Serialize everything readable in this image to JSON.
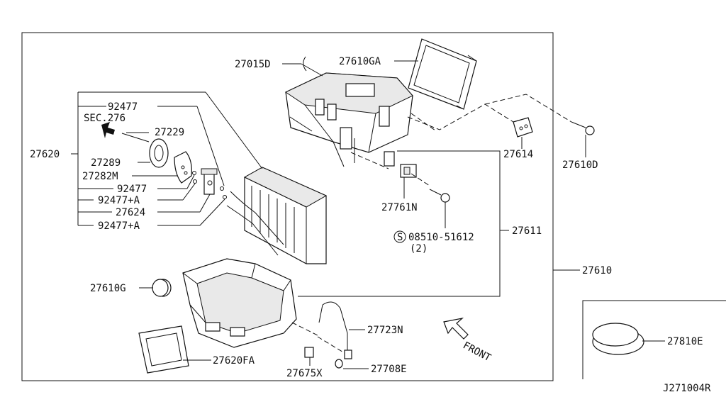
{
  "diagram": {
    "labels": {
      "p27015D": "27015D",
      "p27610GA": "27610GA",
      "p92477_top": "92477",
      "sec276": "SEC.276",
      "p27229": "27229",
      "p27620": "27620",
      "p27289": "27289",
      "p27282M": "27282M",
      "p92477_mid": "92477",
      "p92477A_1": "92477+A",
      "p27624": "27624",
      "p92477A_2": "92477+A",
      "p27614": "27614",
      "p27610D": "27610D",
      "p27761N": "27761N",
      "screw_code": "08510-51612",
      "screw_qty": "(2)",
      "screw_symbol": "S",
      "p27611": "27611",
      "p27610": "27610",
      "p27610G": "27610G",
      "p27723N": "27723N",
      "front": "FRONT",
      "p27620FA": "27620FA",
      "p27675X": "27675X",
      "p27708E": "27708E",
      "p27810E": "27810E",
      "diagram_code": "J271004R"
    }
  }
}
